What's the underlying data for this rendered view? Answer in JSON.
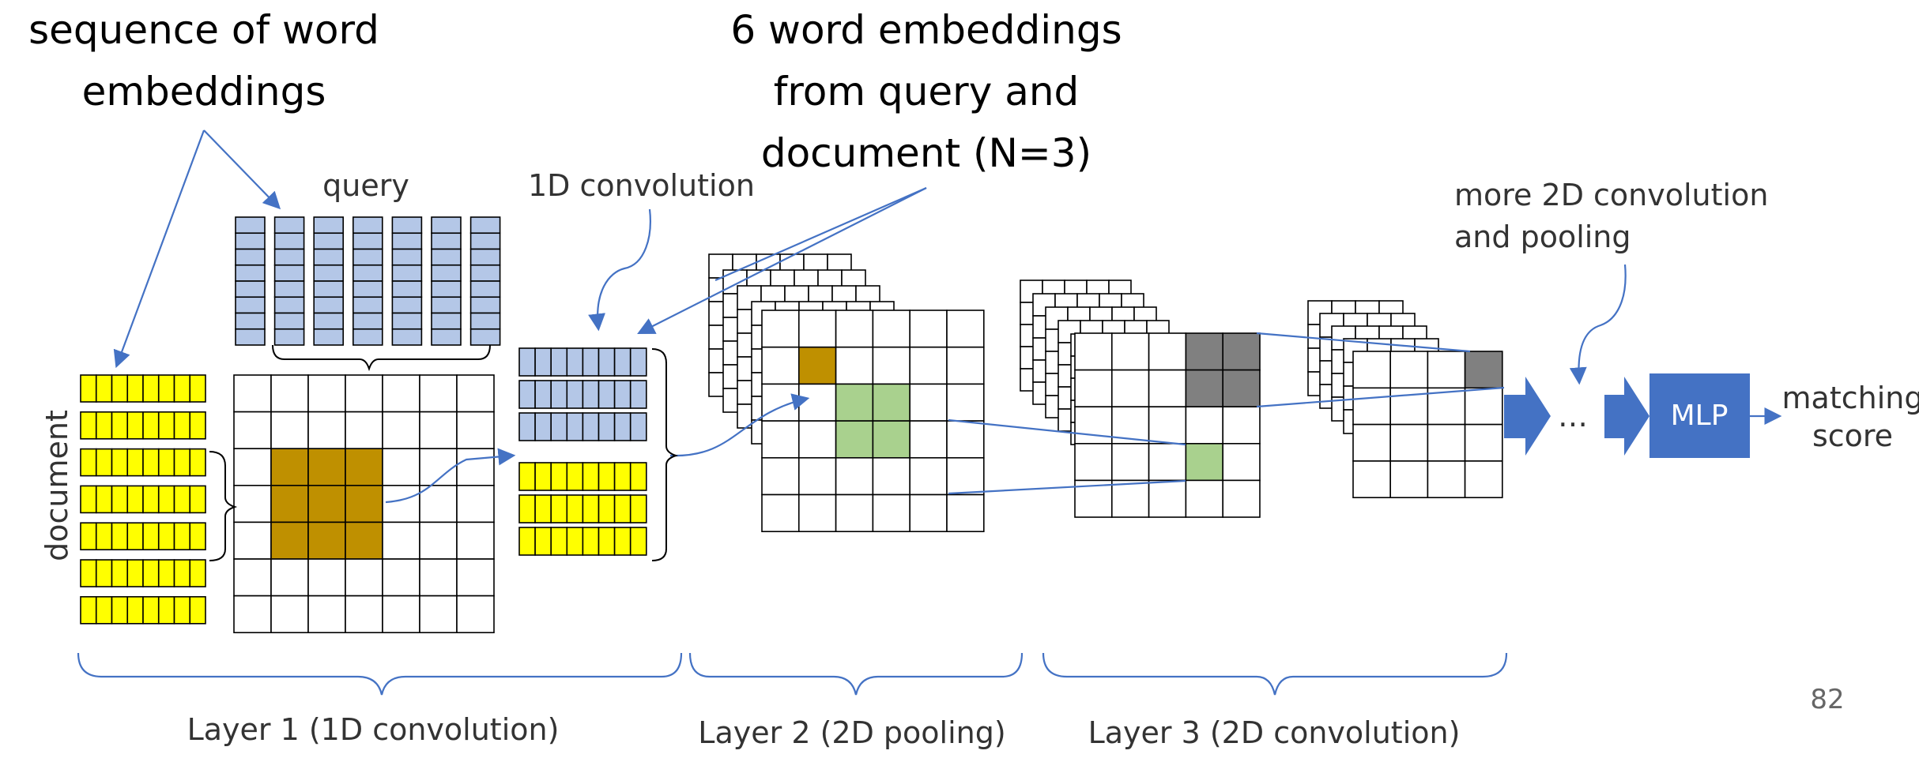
{
  "title_left": [
    "sequence of word",
    "embeddings"
  ],
  "title_center": [
    "6 word embeddings",
    "from query and",
    "document (N=3)"
  ],
  "labels": {
    "query": "query",
    "document": "document",
    "conv1d": "1D convolution",
    "more_conv": [
      "more 2D convolution",
      "and pooling"
    ],
    "ellipsis": "…",
    "mlp": "MLP",
    "matching_score": [
      "matching",
      "score"
    ]
  },
  "layers": [
    "Layer 1 (1D convolution)",
    "Layer 2 (2D pooling)",
    "Layer 3 (2D convolution)"
  ],
  "page_number": "82",
  "colors": {
    "query_cell": "#b4c7e7",
    "doc_cell": "#ffff00",
    "filter": "#bf9000",
    "pool": "#a9d18e",
    "conv": "#808080",
    "mlp": "#4472c4",
    "connector": "#4472c4",
    "grid_line": "#000000"
  }
}
